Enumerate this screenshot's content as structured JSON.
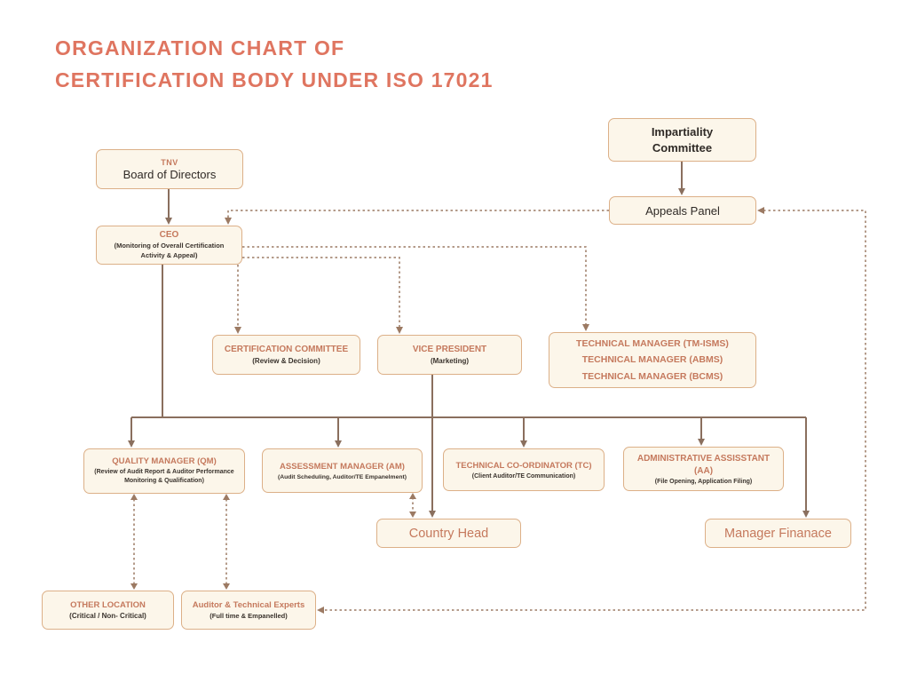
{
  "title": {
    "line1": "ORGANIZATION CHART OF",
    "line2": "CERTIFICATION BODY UNDER ISO 17021"
  },
  "colors": {
    "title_accent": "#DF7560",
    "box_heading": "#C5795D",
    "box_fill": "#FCF6EA",
    "box_border": "#DCB088",
    "connector_solid": "#8A6F5E",
    "connector_dotted": "#9C7A63",
    "text_dark": "#2F2A26"
  },
  "boxes": {
    "impartiality_committee": {
      "title": "Impartiality Committee"
    },
    "board_of_directors": {
      "tag": "TNV",
      "title": "Board of Directors"
    },
    "appeals_panel": {
      "title": "Appeals Panel"
    },
    "ceo": {
      "title": "CEO",
      "subtitle": "(Monitoring of Overall Certification Activity & Appeal)"
    },
    "certification_committee": {
      "title": "CERTIFICATION COMMITTEE",
      "subtitle": "(Review & Decision)"
    },
    "vice_president": {
      "title": "VICE PRESIDENT",
      "subtitle": "(Marketing)"
    },
    "technical_managers": {
      "lines": [
        "TECHNICAL MANAGER (TM-ISMS)",
        "TECHNICAL MANAGER (ABMS)",
        "TECHNICAL MANAGER (BCMS)"
      ]
    },
    "quality_manager": {
      "title": "QUALITY MANAGER (QM)",
      "subtitle": "(Review of Audit Report & Auditor Performance Monitoring & Qualification)"
    },
    "assessment_manager": {
      "title": "ASSESSMENT MANAGER (AM)",
      "subtitle": "(Audit Scheduling, Auditor/TE Empanelment)"
    },
    "technical_coordinator": {
      "title": "TECHNICAL CO-ORDINATOR (TC)",
      "subtitle": "(Client Auditor/TE Communication)"
    },
    "administrative_assistant": {
      "title": "ADMINISTRATIVE ASSISSTANT (AA)",
      "subtitle": "(File Opening, Application Filing)"
    },
    "country_head": {
      "title": "Country Head"
    },
    "manager_finance": {
      "title": "Manager Finanace"
    },
    "other_location": {
      "title": "OTHER LOCATION",
      "subtitle": "(Critical / Non- Critical)"
    },
    "auditor_technical_experts": {
      "title": "Auditor & Technical Experts",
      "subtitle": "(Full time  & Empanelled)"
    }
  }
}
